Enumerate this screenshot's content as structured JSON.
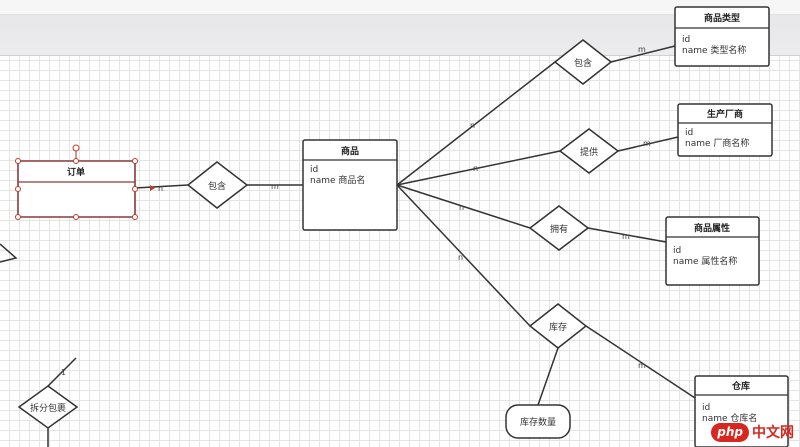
{
  "entities": {
    "order": {
      "title": "订单"
    },
    "product": {
      "title": "商品",
      "fields": [
        "id",
        "name 商品名"
      ]
    },
    "category": {
      "title": "商品类型",
      "fields": [
        "id",
        "name 类型名称"
      ]
    },
    "manufacturer": {
      "title": "生产厂商",
      "fields": [
        "id",
        "name 厂商名称"
      ]
    },
    "attribute": {
      "title": "商品属性",
      "fields": [
        "id",
        "name 属性名称"
      ]
    },
    "warehouse": {
      "title": "仓库",
      "fields": [
        "id",
        "name 仓库名"
      ]
    }
  },
  "relationships": {
    "contains_order": "包含",
    "contains_category": "包含",
    "supply": "提供",
    "own": "拥有",
    "stock": "库存",
    "split": "拆分包裹"
  },
  "attributes": {
    "stock_quantity": "库存数量"
  },
  "cardinalities": {
    "order_side": "n",
    "product_side_order": "m",
    "category_product": "n",
    "category_side": "m",
    "supply_product": "n",
    "supply_side": "m",
    "own_product": "n",
    "own_side": "m",
    "stock_product": "n",
    "stock_side": "m",
    "split_top": "1"
  },
  "watermark": {
    "brand": "php",
    "site": "中文网"
  }
}
